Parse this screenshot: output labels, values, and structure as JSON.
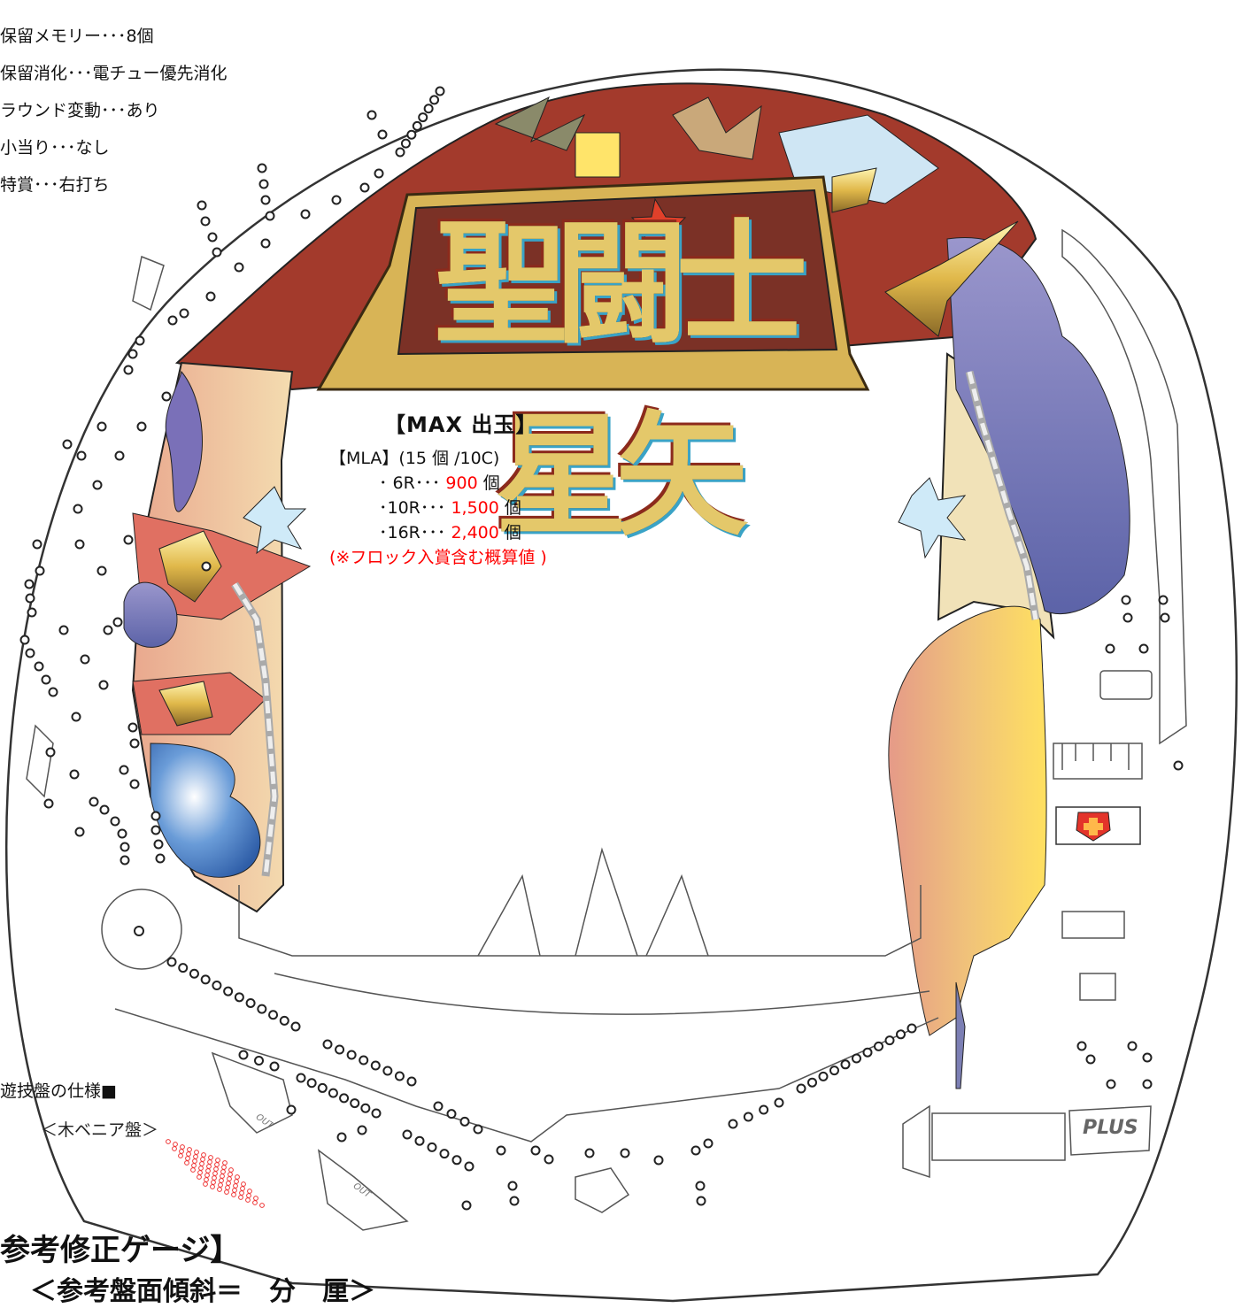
{
  "spec_list": {
    "items": [
      "保留メモリー･･･8個",
      "保留消化･･･電チュー優先消化",
      "ラウンド変動･･･あり",
      "小当り･･･なし",
      "特賞･･･右打ち"
    ]
  },
  "logo": {
    "text": "聖闘士星矢"
  },
  "max_payout": {
    "title": "【MAX 出玉】",
    "mla": "【MLA】(15 個 /10C)",
    "rows": [
      {
        "round": "･ 6R･･･",
        "value": "900",
        "unit": "個"
      },
      {
        "round": "･10R･･･",
        "value": "1,500",
        "unit": "個"
      },
      {
        "round": "･16R･･･",
        "value": "2,400",
        "unit": "個"
      }
    ],
    "note": "(※フロック入賞含む概算値 )"
  },
  "board_spec": {
    "title": "遊技盤の仕様■",
    "material": "＜木ベニア盤＞"
  },
  "gauge": {
    "title": "参考修正ゲージ】",
    "slope": "＜参考盤面傾斜＝　分　厘＞"
  },
  "labels": {
    "plus": "PLUS",
    "out": "OUT"
  },
  "colors": {
    "frame_red": "#a33a2c",
    "gold": "#e6c45a",
    "accent_red": "#ff0000",
    "pin_stroke": "#222222"
  }
}
